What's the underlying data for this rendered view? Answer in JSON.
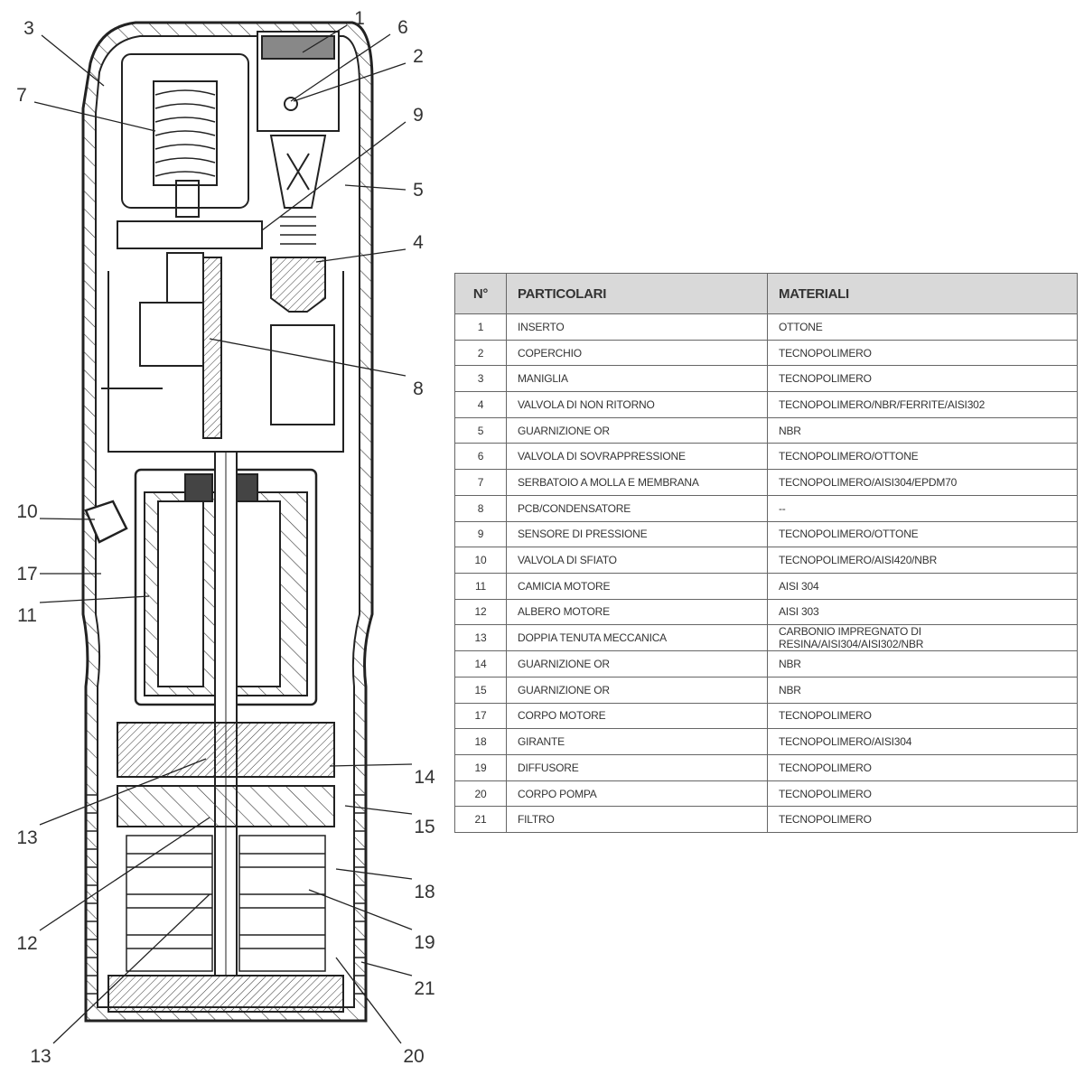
{
  "diagram": {
    "callouts": [
      "1",
      "2",
      "3",
      "4",
      "5",
      "6",
      "7",
      "8",
      "9",
      "10",
      "11",
      "12",
      "13",
      "13",
      "14",
      "15",
      "17",
      "18",
      "19",
      "20",
      "21"
    ]
  },
  "table": {
    "headers": {
      "number": "N°",
      "part": "PARTICOLARI",
      "material": "MATERIALI"
    },
    "rows": [
      {
        "n": "1",
        "part": "INSERTO",
        "material": "OTTONE"
      },
      {
        "n": "2",
        "part": "COPERCHIO",
        "material": "TECNOPOLIMERO"
      },
      {
        "n": "3",
        "part": "MANIGLIA",
        "material": "TECNOPOLIMERO"
      },
      {
        "n": "4",
        "part": "VALVOLA DI NON RITORNO",
        "material": "TECNOPOLIMERO/NBR/FERRITE/AISI302"
      },
      {
        "n": "5",
        "part": "GUARNIZIONE OR",
        "material": "NBR"
      },
      {
        "n": "6",
        "part": "VALVOLA DI SOVRAPPRESSIONE",
        "material": "TECNOPOLIMERO/OTTONE"
      },
      {
        "n": "7",
        "part": "SERBATOIO A MOLLA E MEMBRANA",
        "material": "TECNOPOLIMERO/AISI304/EPDM70"
      },
      {
        "n": "8",
        "part": "PCB/CONDENSATORE",
        "material": "--"
      },
      {
        "n": "9",
        "part": "SENSORE DI PRESSIONE",
        "material": "TECNOPOLIMERO/OTTONE"
      },
      {
        "n": "10",
        "part": "VALVOLA DI SFIATO",
        "material": "TECNOPOLIMERO/AISI420/NBR"
      },
      {
        "n": "11",
        "part": "CAMICIA MOTORE",
        "material": "AISI 304"
      },
      {
        "n": "12",
        "part": "ALBERO MOTORE",
        "material": "AISI 303"
      },
      {
        "n": "13",
        "part": "DOPPIA TENUTA MECCANICA",
        "material": "CARBONIO IMPREGNATO DI RESINA/AISI304/AISI302/NBR"
      },
      {
        "n": "14",
        "part": "GUARNIZIONE OR",
        "material": "NBR"
      },
      {
        "n": "15",
        "part": "GUARNIZIONE OR",
        "material": "NBR"
      },
      {
        "n": "17",
        "part": "CORPO MOTORE",
        "material": "TECNOPOLIMERO"
      },
      {
        "n": "18",
        "part": "GIRANTE",
        "material": "TECNOPOLIMERO/AISI304"
      },
      {
        "n": "19",
        "part": "DIFFUSORE",
        "material": "TECNOPOLIMERO"
      },
      {
        "n": "20",
        "part": "CORPO POMPA",
        "material": "TECNOPOLIMERO"
      },
      {
        "n": "21",
        "part": "FILTRO",
        "material": "TECNOPOLIMERO"
      }
    ]
  }
}
